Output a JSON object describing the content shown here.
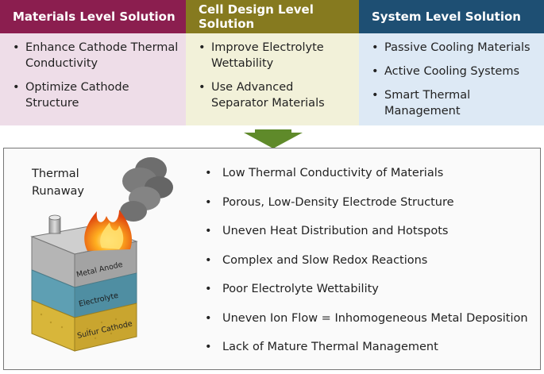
{
  "columns": [
    {
      "title": "Materials Level Solution",
      "color": "#8b1e4f",
      "bg": "#eedde8",
      "items": [
        "Enhance Cathode Thermal Conductivity",
        "Optimize Cathode Structure"
      ]
    },
    {
      "title": "Cell Design Level Solution",
      "color": "#867a1f",
      "bg": "#f2f1d9",
      "items": [
        "Improve Electrolyte Wettability",
        "Use Advanced Separator Materials"
      ]
    },
    {
      "title": "System Level Solution",
      "color": "#1e4f73",
      "bg": "#dde9f5",
      "items": [
        "Passive Cooling Materials",
        "Active Cooling Systems",
        "Smart Thermal Management"
      ]
    }
  ],
  "arrow_color": "#5f8a2a",
  "thermal_runaway_label": "Thermal Runaway",
  "battery_layers": [
    "Metal Anode",
    "Electrolyte",
    "Sulfur Cathode"
  ],
  "causes": [
    "Low Thermal Conductivity of Materials",
    "Porous, Low-Density Electrode Structure",
    "Uneven Heat Distribution and Hotspots",
    "Complex and Slow Redox Reactions",
    "Poor Electrolyte Wettability",
    "Uneven Ion Flow = Inhomogeneous Metal Deposition",
    "Lack of Mature Thermal Management"
  ]
}
